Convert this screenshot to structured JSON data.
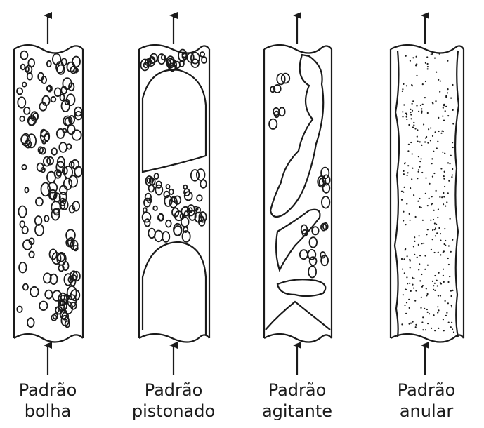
{
  "figure": {
    "panels": [
      {
        "id": "bolha",
        "line1": "Padrão",
        "line2": "bolha"
      },
      {
        "id": "pistonado",
        "line1": "Padrão",
        "line2": "pistonado"
      },
      {
        "id": "agitante",
        "line1": "Padrão",
        "line2": "agitante"
      },
      {
        "id": "anular",
        "line1": "Padrão",
        "line2": "anular"
      }
    ],
    "colors": {
      "ink": "#1a1a1a",
      "background": "#ffffff"
    }
  }
}
